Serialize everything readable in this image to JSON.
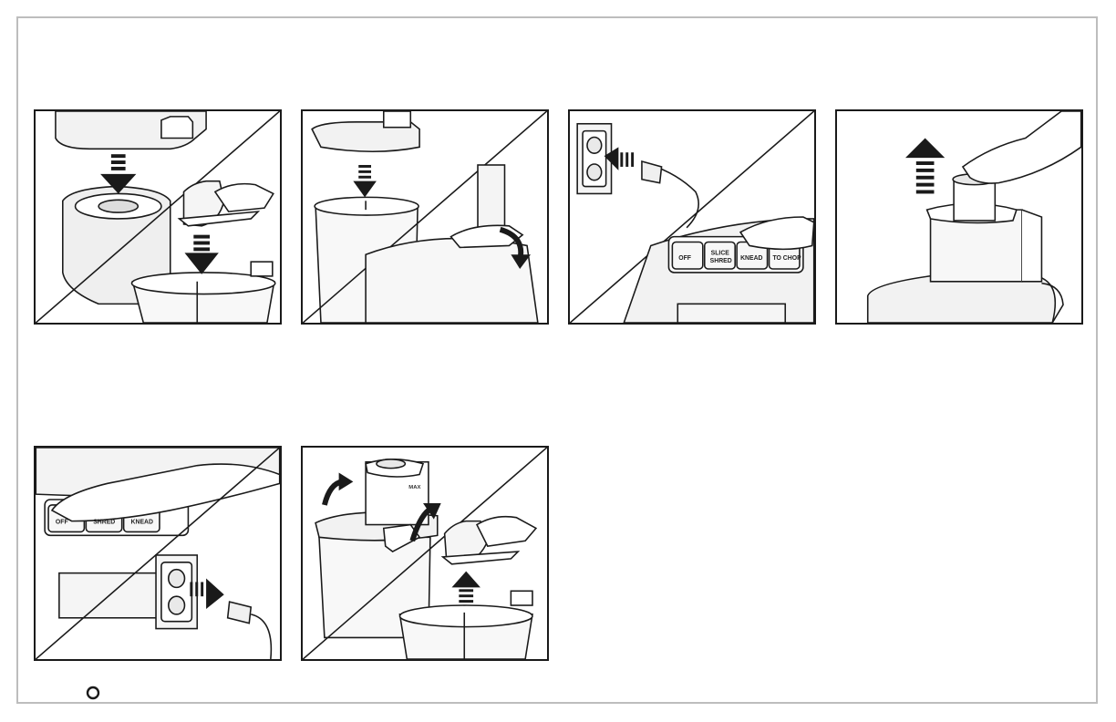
{
  "panels": [
    {
      "id": "attach-blade",
      "alt_icon": "food-processor-assemble-blade"
    },
    {
      "id": "lock-lid",
      "alt_icon": "food-processor-lock-lid"
    },
    {
      "id": "plug-in",
      "alt_icon": "power-plug-outlet"
    },
    {
      "id": "remove-pusher",
      "alt_icon": "food-pusher-lift"
    },
    {
      "id": "unplug",
      "alt_icon": "power-unplug"
    },
    {
      "id": "remove-lid-blade",
      "alt_icon": "food-processor-disassemble"
    }
  ],
  "control_panel": {
    "buttons": [
      {
        "label": "OFF"
      },
      {
        "label_line1": "SLICE",
        "label_line2": "SHRED"
      },
      {
        "label": "KNEAD"
      },
      {
        "label": "TO CHOP"
      }
    ],
    "buttons_small": [
      {
        "label": "OFF"
      },
      {
        "label": "SHRED"
      },
      {
        "label": "KNEAD"
      }
    ]
  },
  "bowl": {
    "max_label": "MAX"
  },
  "colors": {
    "ink": "#1a1a1a",
    "fill_gray": "#e8e8e8",
    "frame_gray": "#bdbdbd"
  }
}
